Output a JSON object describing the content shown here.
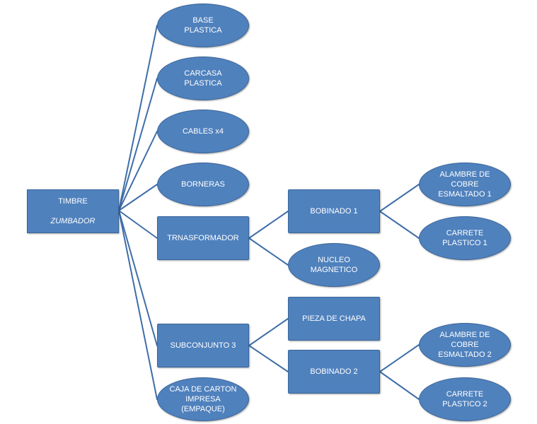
{
  "diagram": {
    "colors": {
      "node_fill": "#4f81bd",
      "node_border": "#3a659a",
      "connector": "#3f6ea8",
      "text": "#ffffff"
    },
    "nodes": {
      "root": {
        "line1": "TIMBRE",
        "line2": "ZUMBADOR"
      },
      "base_plastica": {
        "label": "BASE\nPLASTICA"
      },
      "carcasa_plastica": {
        "label": "CARCASA\nPLASTICA"
      },
      "cables": {
        "label": "CABLES x4"
      },
      "borneras": {
        "label": "BORNERAS"
      },
      "transformador": {
        "label": "TRNASFORMADOR"
      },
      "subconjunto3": {
        "label": "SUBCONJUNTO  3"
      },
      "caja_carton": {
        "label": "CAJA DE CARTON\nIMPRESA\n(EMPAQUE)"
      },
      "bobinado1": {
        "label": "BOBINADO 1"
      },
      "nucleo": {
        "label": "NUCLEO\nMAGNETICO"
      },
      "alambre1": {
        "label": "ALAMBRE DE\nCOBRE\nESMALTADO 1"
      },
      "carrete1": {
        "label": "CARRETE\nPLASTICO 1"
      },
      "pieza_chapa": {
        "label": "PIEZA DE CHAPA"
      },
      "bobinado2": {
        "label": "BOBINADO  2"
      },
      "alambre2": {
        "label": "ALAMBRE DE\nCOBRE\nESMALTADO 2"
      },
      "carrete2": {
        "label": "CARRETE\nPLASTICO 2"
      }
    }
  }
}
